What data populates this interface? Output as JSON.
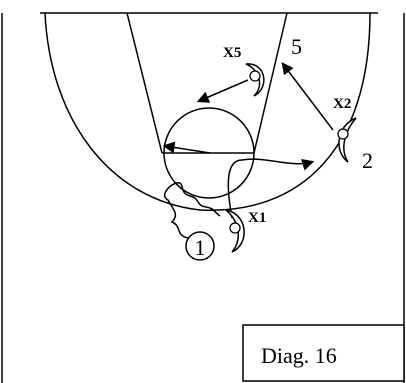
{
  "diagram": {
    "caption": "Diag. 16",
    "players": {
      "offense": [
        {
          "label": "1",
          "circled": true
        },
        {
          "label": "2",
          "circled": false
        },
        {
          "label": "5",
          "circled": false
        }
      ],
      "defense": [
        {
          "label": "X1"
        },
        {
          "label": "X2"
        },
        {
          "label": "X5"
        }
      ]
    },
    "actions": {
      "dribble_1": "squiggly line (dribble) from 1 up toward the lane",
      "pass_to_2": "curved arrow toward 2",
      "x2_to_5": "arrow from X2 toward 5",
      "x5_to_lane": "arrow from X5 into the lane circle",
      "lane_line": "arrow across the free-throw line"
    },
    "colors": {
      "ink": "#000000",
      "paper": "#ffffff"
    },
    "icons": {
      "defender": "crescent-defender-icon",
      "offense_player": "circled-number-icon"
    }
  }
}
